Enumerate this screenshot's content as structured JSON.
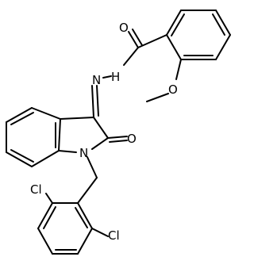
{
  "molecule": {
    "atoms": {
      "O_carbonyl_amide": "O",
      "N_hydrazone": "N",
      "NH_hydrazide": "H",
      "O_methoxy": "O",
      "O_lactam": "O",
      "N_indole": "N",
      "Cl_top": "Cl",
      "Cl_bottom": "Cl"
    }
  }
}
